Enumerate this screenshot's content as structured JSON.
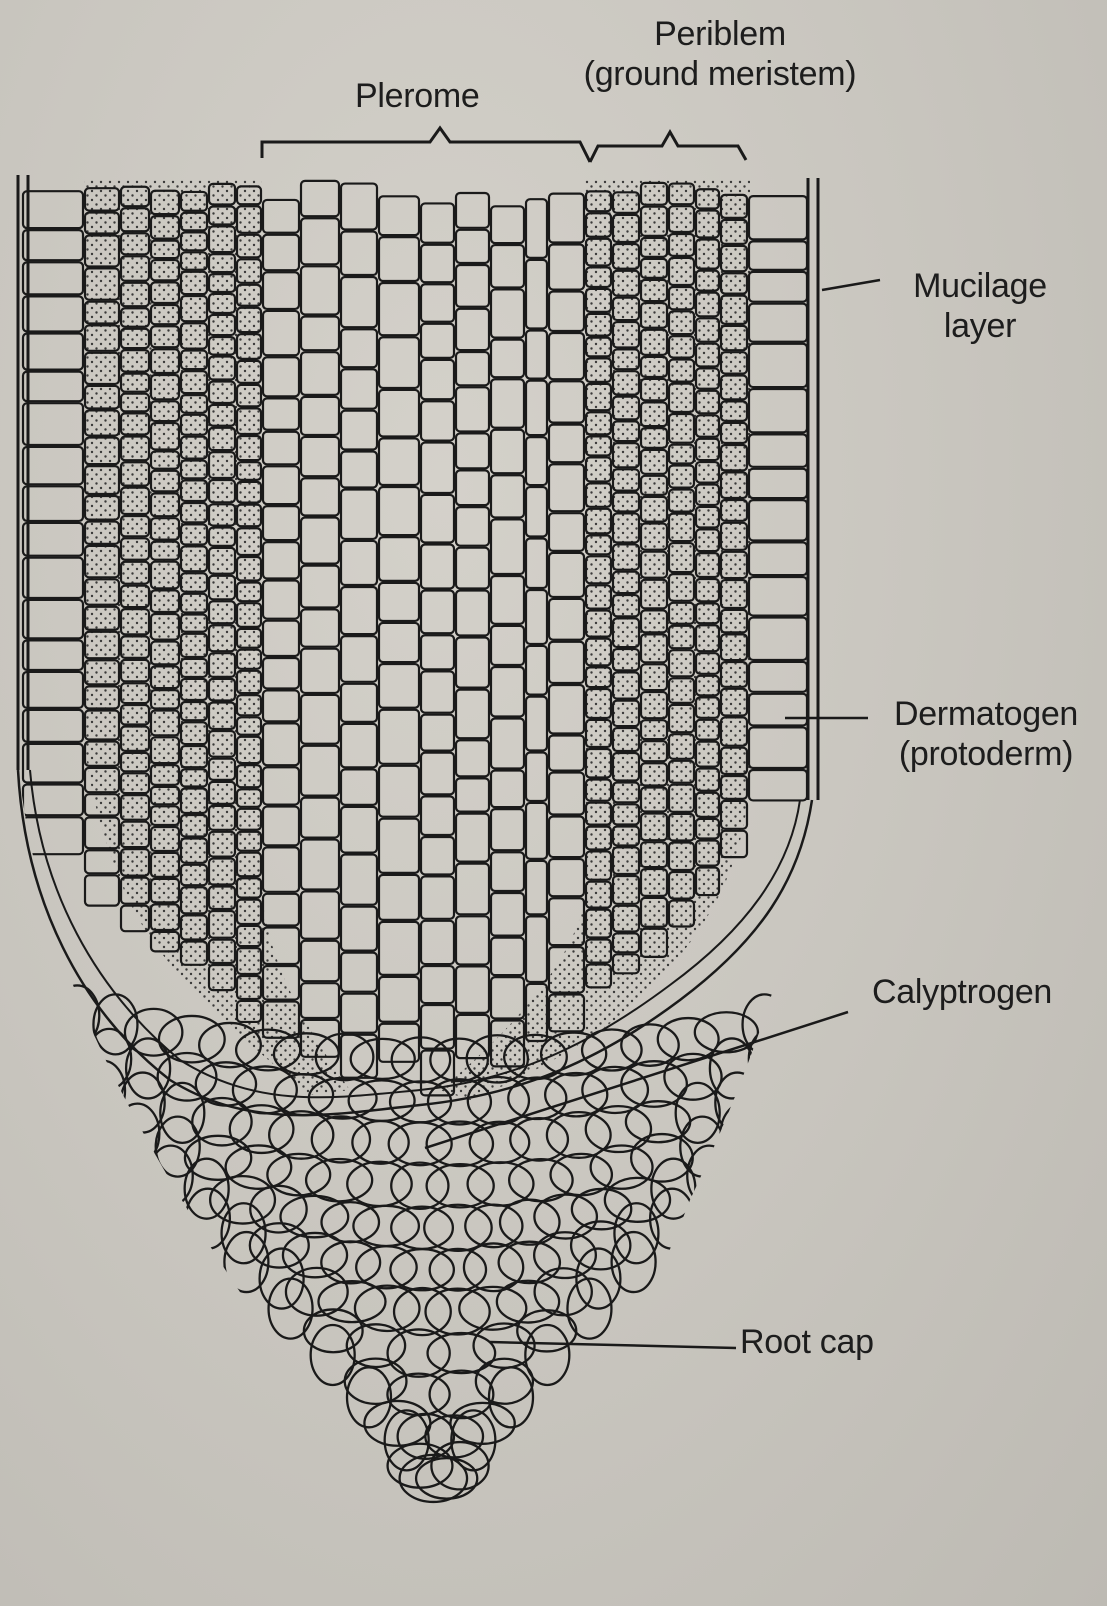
{
  "labels": {
    "periblem_line1": "Periblem",
    "periblem_line2": "(ground meristem)",
    "plerome": "Plerome",
    "mucilage_line1": "Mucilage",
    "mucilage_line2": "layer",
    "dermatogen_line1": "Dermatogen",
    "dermatogen_line2": "(protoderm)",
    "calyptrogen": "Calyptrogen",
    "root_cap": "Root cap"
  },
  "colors": {
    "ink": "#1a1a1a",
    "paper": "#c9c6bf",
    "stipple": "#2a2a2a"
  }
}
